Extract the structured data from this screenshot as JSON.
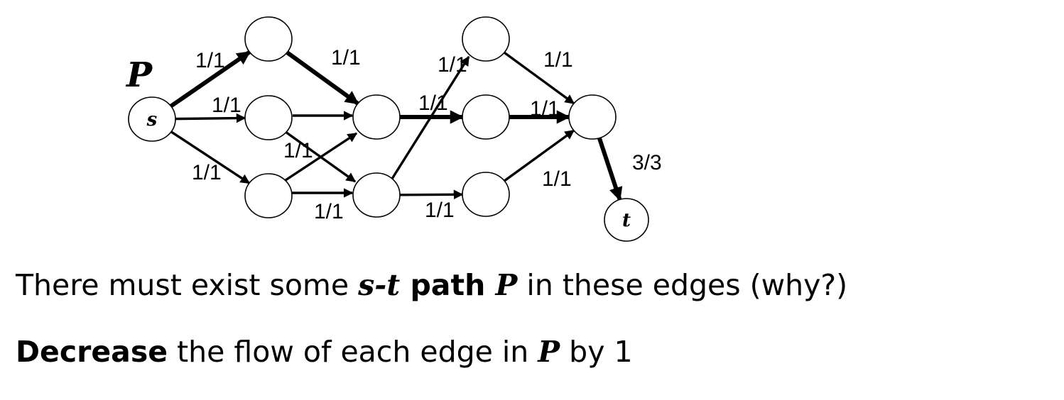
{
  "graph": {
    "path_label": "P",
    "nodes": [
      {
        "id": "s",
        "label": "s"
      },
      {
        "id": "a1",
        "label": ""
      },
      {
        "id": "a2",
        "label": ""
      },
      {
        "id": "a3",
        "label": ""
      },
      {
        "id": "b1",
        "label": ""
      },
      {
        "id": "b2",
        "label": ""
      },
      {
        "id": "c1",
        "label": ""
      },
      {
        "id": "c2",
        "label": ""
      },
      {
        "id": "c3",
        "label": ""
      },
      {
        "id": "d",
        "label": ""
      },
      {
        "id": "t",
        "label": "t"
      }
    ],
    "edges": [
      {
        "from": "s",
        "to": "a1",
        "label": "1/1",
        "in_path": true
      },
      {
        "from": "s",
        "to": "a2",
        "label": "1/1",
        "in_path": false
      },
      {
        "from": "s",
        "to": "a3",
        "label": "1/1",
        "in_path": false
      },
      {
        "from": "a1",
        "to": "b1",
        "label": "1/1",
        "in_path": true
      },
      {
        "from": "a2",
        "to": "b1",
        "label": "",
        "in_path": false
      },
      {
        "from": "a2",
        "to": "b2",
        "label": "1/1",
        "in_path": false
      },
      {
        "from": "a3",
        "to": "b1",
        "label": "",
        "in_path": false
      },
      {
        "from": "a3",
        "to": "b2",
        "label": "1/1",
        "in_path": false
      },
      {
        "from": "b2",
        "to": "c1",
        "label": "1/1",
        "in_path": false
      },
      {
        "from": "b1",
        "to": "c2",
        "label": "1/1",
        "in_path": true
      },
      {
        "from": "b2",
        "to": "c3",
        "label": "1/1",
        "in_path": false
      },
      {
        "from": "c1",
        "to": "d",
        "label": "1/1",
        "in_path": false
      },
      {
        "from": "c2",
        "to": "d",
        "label": "1/1",
        "in_path": true
      },
      {
        "from": "c3",
        "to": "d",
        "label": "1/1",
        "in_path": false
      },
      {
        "from": "d",
        "to": "t",
        "label": "3/3",
        "in_path": true
      }
    ]
  },
  "text": {
    "line1": {
      "part1": "There must exist some ",
      "math_st": "s-t",
      "path_bold": " path ",
      "math_p": "P",
      "part2": " in these edges (why?)"
    },
    "line2": {
      "bold": "Decrease",
      "part1": " the flow of each edge in ",
      "math_p": "P",
      "part2": " by 1"
    }
  }
}
